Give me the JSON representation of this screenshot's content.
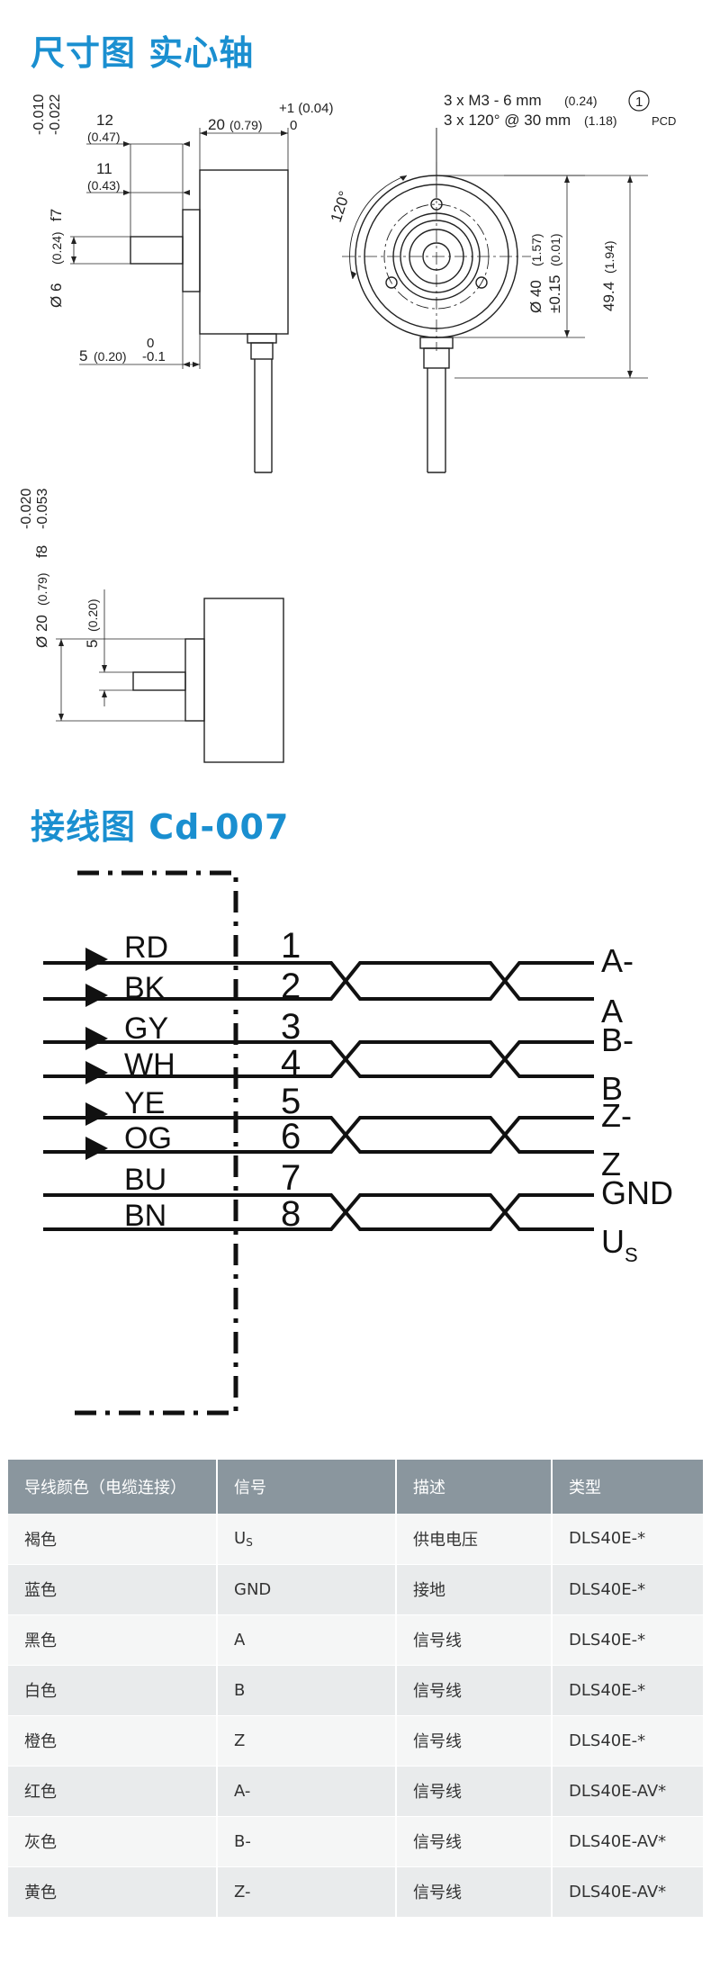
{
  "sections": {
    "dimensions_title": "尺寸图 实心轴",
    "wiring_title": "接线图 Cd-007"
  },
  "drawing": {
    "shaft_dia_tol_top": "-0.010",
    "shaft_dia_tol_bot": "-0.022",
    "shaft_dia": "Ø 6",
    "shaft_dia_in": "(0.24)",
    "shaft_fit": "f7",
    "len12": "12",
    "len12_in": "(0.47)",
    "len11": "11",
    "len11_in": "(0.43)",
    "len20": "20",
    "len20_in": "(0.79)",
    "tol_plus": "+1 (0.04)",
    "tol_zero": "0",
    "len5": "5",
    "len5_in": "(0.20)",
    "len5_tol_top": "0",
    "len5_tol_bot": "-0.1",
    "mount_line1": "3 x M3 - 6 mm",
    "mount_line1_in": "(0.24)",
    "note_marker": "1",
    "mount_line2": "3 x 120° @ 30 mm",
    "mount_line2_in": "(1.18)",
    "pcd": "PCD",
    "angle": "120°",
    "dia40": "Ø 40",
    "dia40_in": "(1.57)",
    "dia40_tol": "±0.15",
    "dia40_tol_in": "(0.01)",
    "len49": "49.4",
    "len49_in": "(1.94)",
    "flange_tol_top": "-0.020",
    "flange_tol_bot": "-0.053",
    "flange_dia": "Ø 20",
    "flange_dia_in": "(0.79)",
    "flange_fit": "f8",
    "len5b": "5",
    "len5b_in": "(0.20)"
  },
  "wiring": {
    "wires": [
      {
        "color": "RD",
        "pin": "1",
        "signal": "A-",
        "arrow": true
      },
      {
        "color": "BK",
        "pin": "2",
        "signal": "A",
        "arrow": true
      },
      {
        "color": "GY",
        "pin": "3",
        "signal": "B-",
        "arrow": true
      },
      {
        "color": "WH",
        "pin": "4",
        "signal": "B",
        "arrow": true
      },
      {
        "color": "YE",
        "pin": "5",
        "signal": "Z-",
        "arrow": true
      },
      {
        "color": "OG",
        "pin": "6",
        "signal": "Z",
        "arrow": true
      },
      {
        "color": "BU",
        "pin": "7",
        "signal": "GND",
        "arrow": false
      },
      {
        "color": "BN",
        "pin": "8",
        "signal": "U",
        "signal_sub": "S",
        "arrow": false
      }
    ]
  },
  "table": {
    "headers": [
      "导线颜色（电缆连接）",
      "信号",
      "描述",
      "类型"
    ],
    "rows": [
      {
        "color": "褐色",
        "signal": "U",
        "signal_sub": "S",
        "desc": "供电电压",
        "type": "DLS40E-*"
      },
      {
        "color": "蓝色",
        "signal": "GND",
        "desc": "接地",
        "type": "DLS40E-*"
      },
      {
        "color": "黑色",
        "signal": "A",
        "desc": "信号线",
        "type": "DLS40E-*"
      },
      {
        "color": "白色",
        "signal": "B",
        "desc": "信号线",
        "type": "DLS40E-*"
      },
      {
        "color": "橙色",
        "signal": "Z",
        "desc": "信号线",
        "type": "DLS40E-*"
      },
      {
        "color": "红色",
        "signal": "A-",
        "desc": "信号线",
        "type": "DLS40E-AV*"
      },
      {
        "color": "灰色",
        "signal": "B-",
        "desc": "信号线",
        "type": "DLS40E-AV*"
      },
      {
        "color": "黄色",
        "signal": "Z-",
        "desc": "信号线",
        "type": "DLS40E-AV*"
      }
    ]
  },
  "colors": {
    "title": "#1a8fd0",
    "table_header": "#8a969e"
  }
}
